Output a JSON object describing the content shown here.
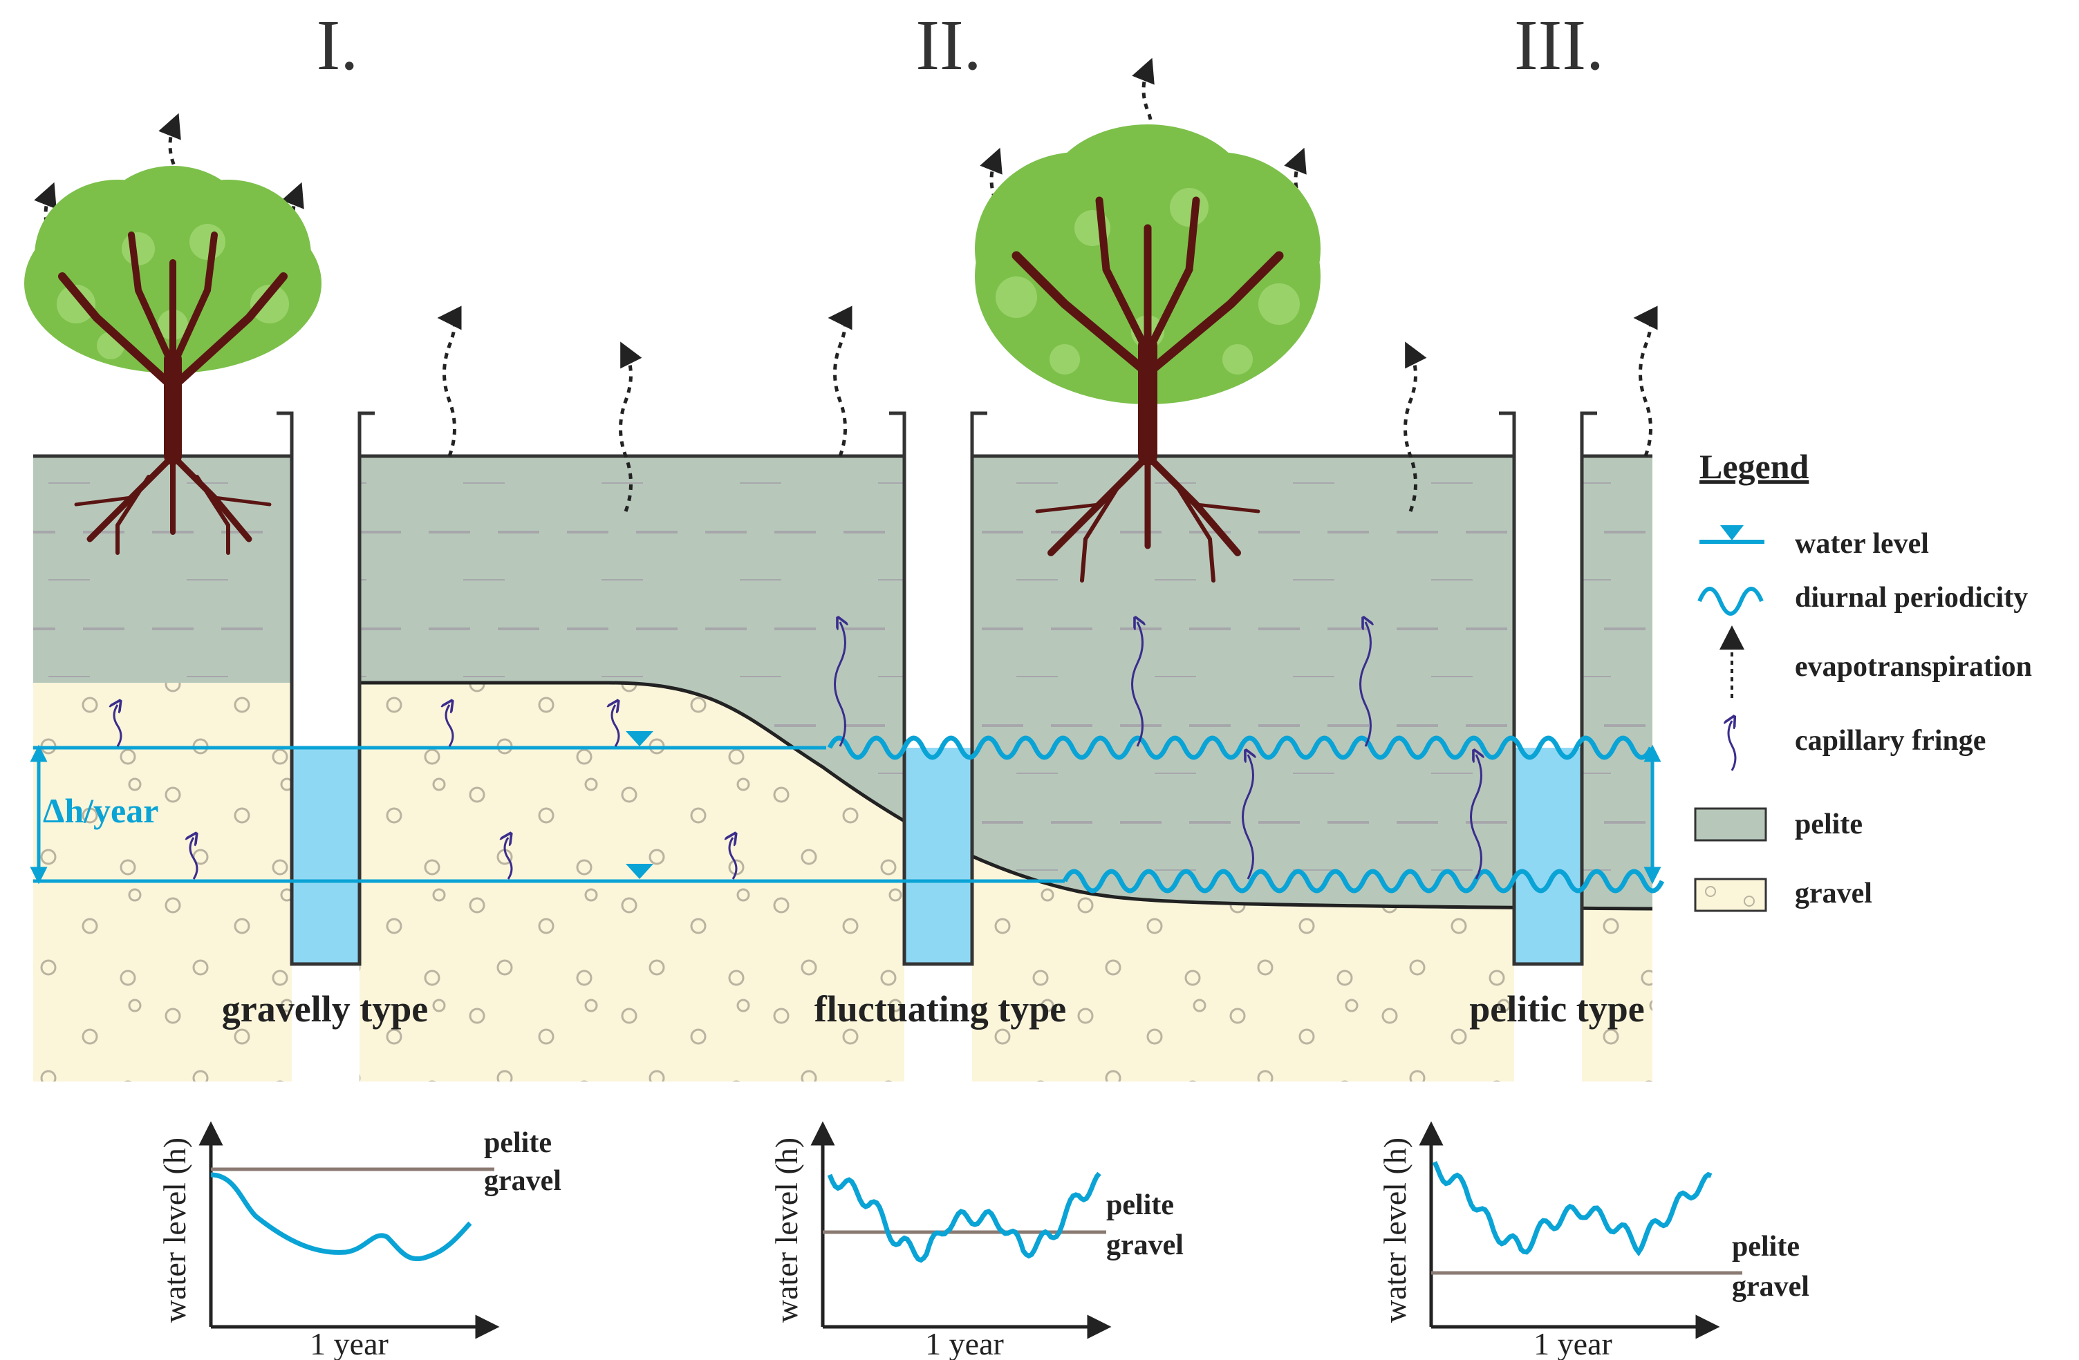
{
  "stages": [
    {
      "numeral": "I.",
      "type_label": "gravelly type"
    },
    {
      "numeral": "II.",
      "type_label": "fluctuating type"
    },
    {
      "numeral": "III.",
      "type_label": "pelitic type"
    }
  ],
  "delta_h_label": "Δh/year",
  "legend": {
    "title": "Legend",
    "items": [
      {
        "icon": "water-level-icon",
        "label": "water level"
      },
      {
        "icon": "diurnal-wave-icon",
        "label": "diurnal periodicity"
      },
      {
        "icon": "evapotranspiration-arrow-icon",
        "label": "evapotranspiration"
      },
      {
        "icon": "capillary-arrow-icon",
        "label": "capillary fringe"
      },
      {
        "icon": "pelite-swatch-icon",
        "label": "pelite"
      },
      {
        "icon": "gravel-swatch-icon",
        "label": "gravel"
      }
    ]
  },
  "graphs": {
    "y_label": "water level (h)",
    "x_label": "1 year",
    "layer_upper": "pelite",
    "layer_lower": "gravel"
  },
  "colors": {
    "pelite": "#b7c8bb",
    "gravel": "#fbf5da",
    "water": "#0aa3d6",
    "well_water": "#8fd8f4",
    "tree_trunk": "#5a1512",
    "leaf": "#7cc04a",
    "capillary": "#3a2d8c"
  }
}
